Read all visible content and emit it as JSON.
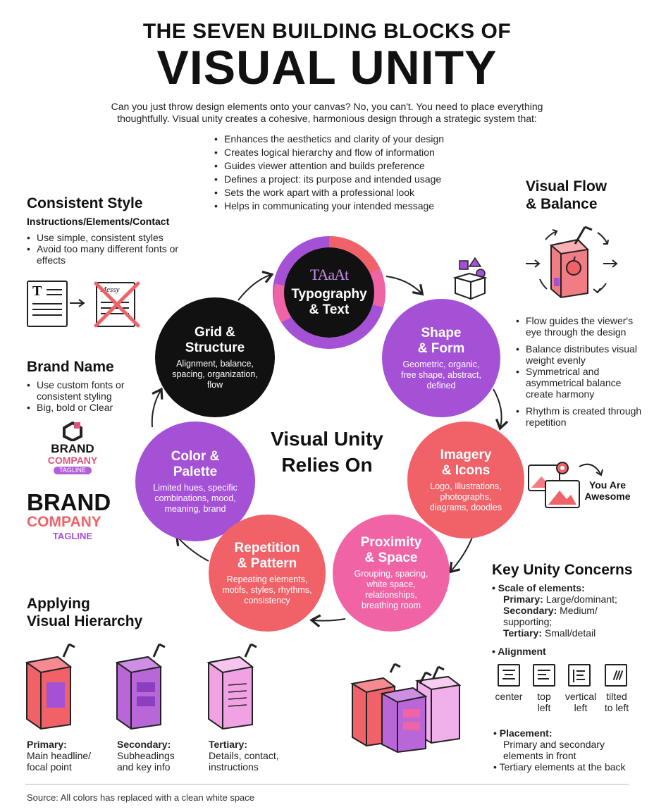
{
  "header": {
    "title_top": "THE SEVEN BUILDING BLOCKS OF",
    "title_main": "VISUAL UNITY",
    "intro": "Can you just throw design elements onto your canvas? No, you can't. You need to place everything thoughtfully. Visual unity creates a cohesive, harmonious design through a strategic system that:",
    "bullets": [
      "Enhances the aesthetics and clarity of your design",
      "Creates logical hierarchy and flow of information",
      "Guides viewer attention and builds preference",
      "Defines a project: its purpose and intended usage",
      "Sets the work apart with a professional look",
      "Helps in communicating your intended message"
    ]
  },
  "consistent_style": {
    "title": "Consistent Style",
    "subtitle": "Instructions/Elements/Contact",
    "bullets": [
      "Use simple, consistent styles",
      "Avoid too many different fonts or effects"
    ],
    "icon_text_t": "T",
    "icon_text_messy": "Messy"
  },
  "brand_name": {
    "title": "Brand Name",
    "bullets": [
      "Use custom fonts or consistent styling",
      "Big, bold or Clear"
    ],
    "logo1": {
      "line1": "BRAND",
      "line2": "COMPANY",
      "line3": "TAGLINE"
    },
    "logo2": {
      "line1": "BRAND",
      "line2": "COMPANY",
      "line3": "TAGLINE"
    }
  },
  "visual_flow": {
    "title_line1": "Visual Flow",
    "title_line2": "& Balance",
    "bullets": [
      "Flow guides the viewer's eye through the design",
      "Balance distributes visual weight evenly",
      "Symmetrical and asymmetrical balance create harmony",
      "Rhythm is created through repetition"
    ]
  },
  "center": {
    "line1": "Visual Unity",
    "line2": "Relies On"
  },
  "blocks": {
    "typography": {
      "title1": "Typography",
      "title2": "& Text",
      "icon_glyphs": "TAaAt"
    },
    "shape": {
      "title1": "Shape",
      "title2": "& Form",
      "desc": "Geometric, organic, free shape, abstract, defined"
    },
    "imagery": {
      "title1": "Imagery",
      "title2": "& Icons",
      "desc": "Logo, Illustrations, photographs, diagrams, doodles"
    },
    "proximity": {
      "title1": "Proximity",
      "title2": "& Space",
      "desc": "Grouping, spacing, white space, relationships, breathing room"
    },
    "repetition": {
      "title1": "Repetition",
      "title2": "& Pattern",
      "desc": "Repeating elements, motifs, styles, rhythms, consistency"
    },
    "color": {
      "title1": "Color &",
      "title2": "Palette",
      "desc": "Limited hues, specific combinations, mood, meaning, brand"
    },
    "grid": {
      "title1": "Grid &",
      "title2": "Structure",
      "desc": "Alignment, balance, spacing, organization, flow"
    }
  },
  "awesome": {
    "line1": "You Are",
    "line2": "Awesome"
  },
  "hierarchy": {
    "title_line1": "Applying",
    "title_line2": "Visual Hierarchy",
    "items": [
      {
        "label": "Primary:",
        "desc_line1": "Main headline/",
        "desc_line2": "focal point"
      },
      {
        "label": "Secondary:",
        "desc_line1": "Subheadings",
        "desc_line2": "and key info"
      },
      {
        "label": "Tertiary:",
        "desc_line1": "Details, contact,",
        "desc_line2": "instructions"
      }
    ]
  },
  "key_concerns": {
    "title": "Key Unity Concerns",
    "scale_label": "Scale of elements:",
    "primary_label": "Primary:",
    "primary_value": "Large/dominant;",
    "secondary_label": "Secondary:",
    "secondary_value": "Medium/",
    "secondary_value2": "supporting;",
    "tertiary_label": "Tertiary:",
    "tertiary_value": "Small/detail",
    "alignment_label": "Alignment",
    "alignment_options": [
      {
        "line1": "center",
        "line2": ""
      },
      {
        "line1": "top",
        "line2": "left"
      },
      {
        "line1": "vertical",
        "line2": "left"
      },
      {
        "line1": "tilted",
        "line2": "to left"
      }
    ],
    "placement_label": "Placement:",
    "placement_lines": [
      "Primary and secondary",
      "elements in front"
    ],
    "placement_bullet": "Tertiary elements at the back"
  },
  "footer": {
    "source": "Source: All colors has replaced with a clean white space"
  },
  "colors": {
    "black": "#111111",
    "purple": "#a451d6",
    "coral": "#f06268",
    "pink": "#f064a6"
  }
}
